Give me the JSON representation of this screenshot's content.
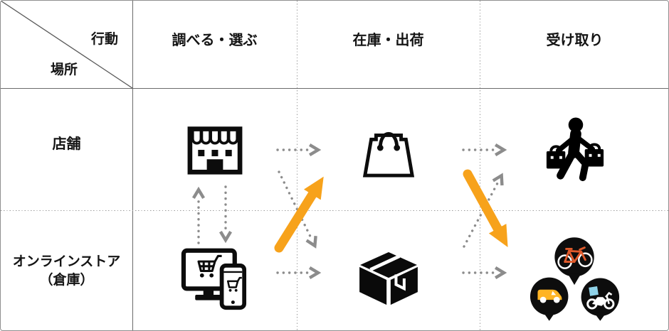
{
  "matrix": {
    "corner": {
      "top": "行動",
      "bottom": "場所"
    },
    "columns": [
      "調べる・選ぶ",
      "在庫・出荷",
      "受け取り"
    ],
    "rows": [
      {
        "label": "店舗"
      },
      {
        "line1": "オンラインストア",
        "line2": "（倉庫）"
      }
    ]
  },
  "icons": {
    "store": "storefront-icon",
    "bag": "shopping-bag-icon",
    "shopper": "walking-shopper-icon",
    "devices": "online-shopping-devices-icon",
    "box": "package-box-icon",
    "delivery": "delivery-vehicles-bubbles-icon"
  },
  "colors": {
    "accent_orange": "#F7A21B",
    "arrow_gray": "#8C8C8C",
    "bike_orange": "#E05A2B",
    "van_yellow": "#FFB424",
    "carrier_box_blue": "#8FD2E8",
    "grid_gray": "#9A9A9A"
  },
  "arrows": {
    "dotted_gray": [
      {
        "from": "店舗/調べる・選ぶ",
        "to": "店舗/在庫・出荷",
        "direction": "right"
      },
      {
        "from": "オンラインストア/調べる・選ぶ",
        "to": "店舗/調べる・選ぶ",
        "direction": "up"
      },
      {
        "from": "店舗/調べる・選ぶ",
        "to": "オンラインストア/調べる・選ぶ",
        "direction": "down"
      },
      {
        "from": "店舗/調べる・選ぶ",
        "to": "オンラインストア/在庫・出荷",
        "direction": "down-right"
      },
      {
        "from": "オンラインストア/調べる・選ぶ",
        "to": "オンラインストア/在庫・出荷",
        "direction": "right"
      },
      {
        "from": "店舗/在庫・出荷",
        "to": "店舗/受け取り",
        "direction": "right"
      },
      {
        "from": "オンラインストア/在庫・出荷",
        "to": "店舗/受け取り",
        "direction": "up-right"
      },
      {
        "from": "オンラインストア/在庫・出荷",
        "to": "オンラインストア/受け取り",
        "direction": "right"
      }
    ],
    "solid_orange": [
      {
        "from": "オンラインストア/調べる・選ぶ",
        "to": "店舗/在庫・出荷",
        "direction": "up-right"
      },
      {
        "from": "店舗/在庫・出荷",
        "to": "オンラインストア/受け取り",
        "direction": "down-right"
      }
    ]
  }
}
